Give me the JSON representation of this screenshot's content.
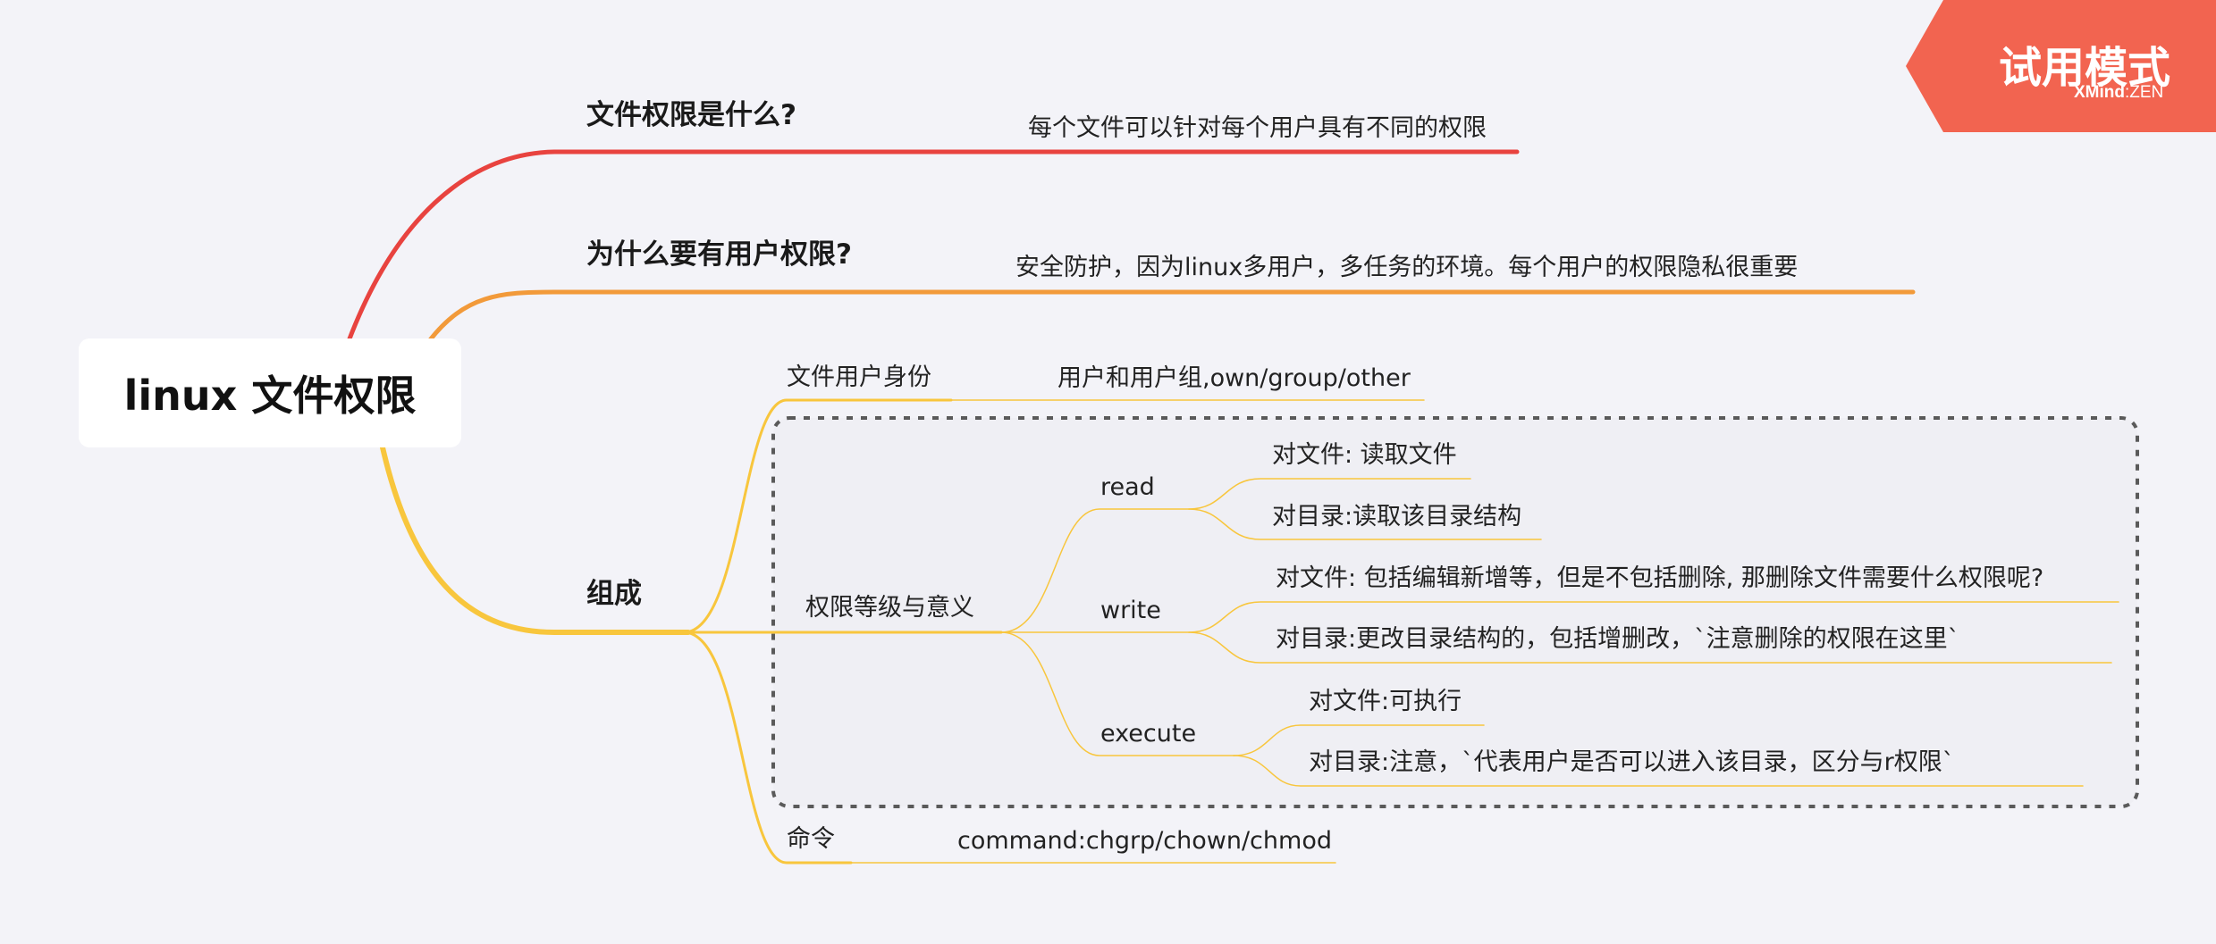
{
  "root": {
    "label": "linux 文件权限"
  },
  "badge": {
    "title": "试用模式",
    "brand": "XMind",
    "edition": "ZEN"
  },
  "colors": {
    "branch1": "#e8433f",
    "branch2": "#f29a3a",
    "branch3": "#f8c63d",
    "badge": "#f26450",
    "boundary": "#5a5a5a"
  },
  "branches": [
    {
      "label": "文件权限是什么?",
      "children": [
        {
          "label": "每个文件可以针对每个用户具有不同的权限"
        }
      ]
    },
    {
      "label": "为什么要有用户权限?",
      "children": [
        {
          "label": "安全防护，因为linux多用户，多任务的环境。每个用户的权限隐私很重要"
        }
      ]
    },
    {
      "label": "组成",
      "children": [
        {
          "label": "文件用户身份",
          "children": [
            {
              "label": "用户和用户组,own/group/other"
            }
          ]
        },
        {
          "label": "权限等级与意义",
          "children": [
            {
              "label": "read",
              "children": [
                {
                  "label": "对文件: 读取文件"
                },
                {
                  "label": "对目录:读取该目录结构"
                }
              ]
            },
            {
              "label": "write",
              "children": [
                {
                  "label": "对文件: 包括编辑新增等，但是不包括删除, 那删除文件需要什么权限呢?"
                },
                {
                  "label": "对目录:更改目录结构的，包括增删改，`注意删除的权限在这里`"
                }
              ]
            },
            {
              "label": "execute",
              "children": [
                {
                  "label": "对文件:可执行"
                },
                {
                  "label": "对目录:注意，`代表用户是否可以进入该目录，区分与r权限`"
                }
              ]
            }
          ]
        },
        {
          "label": "命令",
          "children": [
            {
              "label": "command:chgrp/chown/chmod"
            }
          ]
        }
      ]
    }
  ]
}
